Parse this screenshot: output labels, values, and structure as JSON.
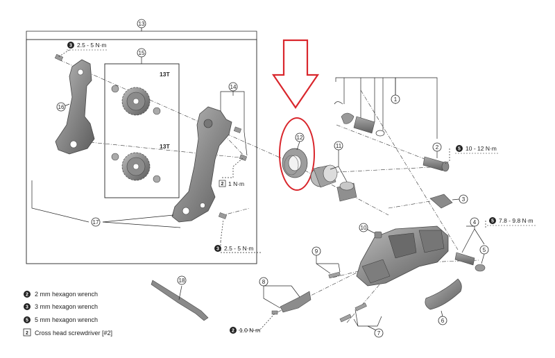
{
  "callouts": {
    "c1": "1",
    "c2": "2",
    "c3": "3",
    "c4": "4",
    "c5": "5",
    "c6": "6",
    "c7": "7",
    "c8": "8",
    "c9": "9",
    "c10": "10",
    "c11": "11",
    "c12": "12",
    "c13": "13",
    "c14": "14",
    "c15": "15",
    "c16": "16",
    "c17": "17",
    "c18": "18"
  },
  "pulley_teeth": {
    "top": "13T",
    "bottom": "13T"
  },
  "torques": {
    "t_top_left": {
      "badge": "3",
      "value": "2.5 - 5 N·m"
    },
    "t_inner": {
      "badge": "2",
      "value": "1 N·m"
    },
    "t_bottom_box": {
      "badge": "3",
      "value": "2.5 - 5 N·m"
    },
    "t_bolt2": {
      "badge": "5",
      "value": "10 - 12 N·m"
    },
    "t_bolt4": {
      "badge": "5",
      "value": "7.8 - 9.8 N·m"
    },
    "t_screw7": {
      "badge": "2",
      "value": "1.0 N·m"
    }
  },
  "legend": [
    {
      "badge": "2",
      "text": "2 mm hexagon wrench"
    },
    {
      "badge": "3",
      "text": "3 mm hexagon wrench"
    },
    {
      "badge": "5",
      "text": "5 mm hexagon wrench"
    },
    {
      "badge": "2",
      "text": "Cross head screwdriver [#2]"
    }
  ],
  "colors": {
    "highlight": "#d9262c",
    "part_fill": "#8e8e8e",
    "part_dark": "#5a5a5a",
    "line": "#222222"
  }
}
